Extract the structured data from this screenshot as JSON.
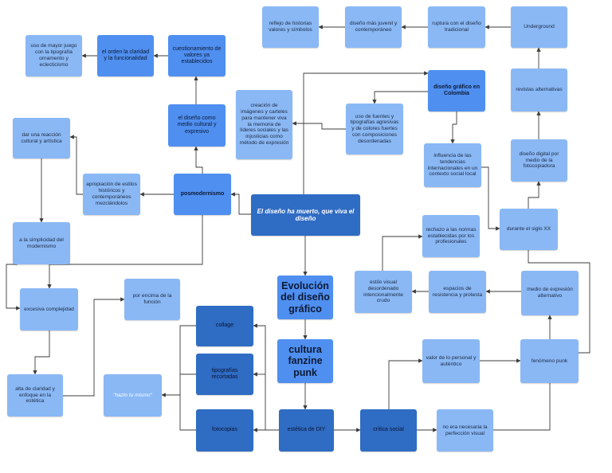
{
  "colors": {
    "light": "#8ab8f5",
    "mid": "#4f8ff0",
    "dark": "#2f6cc4",
    "edge": "#3b3b3b"
  },
  "nodes": {
    "center": "El diseño ha muerto, que viva el diseño",
    "evolucion": "Evolución del diseño gráfico",
    "fanzine": "cultura fanzine punk",
    "diy": "estética de DIY",
    "critica": "crítica social",
    "collage": "collage",
    "tipografias": "tipografías recortadas",
    "fotocopias": "fotocopias",
    "hazlo": "\"hazlo tu  mismo\"",
    "por_encima": "por encima de la función",
    "perfeccion": "no era necesaria la perfección visual",
    "valor": "valor de lo personal y auténtico",
    "punk": "fenómeno punk",
    "expresion": "medio de expresión alternativo",
    "espacios": "espacios de resistencia y protesta",
    "estilo": "estilo visual desordenado intencionalmente crudo",
    "rechazo": "rechazo a las normas establecidas por los profesionales",
    "siglo": "durante el siglo XX",
    "digital": "diseño digital por medio de la fotocopiadora",
    "revistas": "revistas alternativas",
    "underground": "Underground",
    "ruptura": "ruptura con el diseño tradicional",
    "juvenil": "diseño más juvenil y contemporáneo",
    "reflejo": "reflejo de historias valores y símbolos",
    "colombia": "diseño gráfico en Colombia",
    "influencia": "influencia de las tendencias internacionales en un contexto social local",
    "uso": "uso de fuentes y tipografías agresivas y de colores fuertes con composiciones desordenadas",
    "creacion": "creación de imágenes y carteles para mantener viva la memoria de líderes sociales y las injusticias como método de expresión",
    "posmo": "posmodernismo",
    "apropiacion": "apropiación de estilos históricos y contemporáneos mezclándolos",
    "medio_cultural": "el diseño como medio cultural y expresivo",
    "cuestionamiento": "cuestionamiento de valores ya establecidos",
    "orden": "el orden la claridad y la funcionalidad",
    "uso_mayor": "uso de mayor juego con la tipografía ornamento y eclecticismo",
    "reaccion": "dar una reacción cultural y artística",
    "simplicidad": "a la simplicidad del modernismo",
    "excesiva": "excesiva complejidad",
    "falta": "alta de claridad y enfoque en la estética"
  }
}
